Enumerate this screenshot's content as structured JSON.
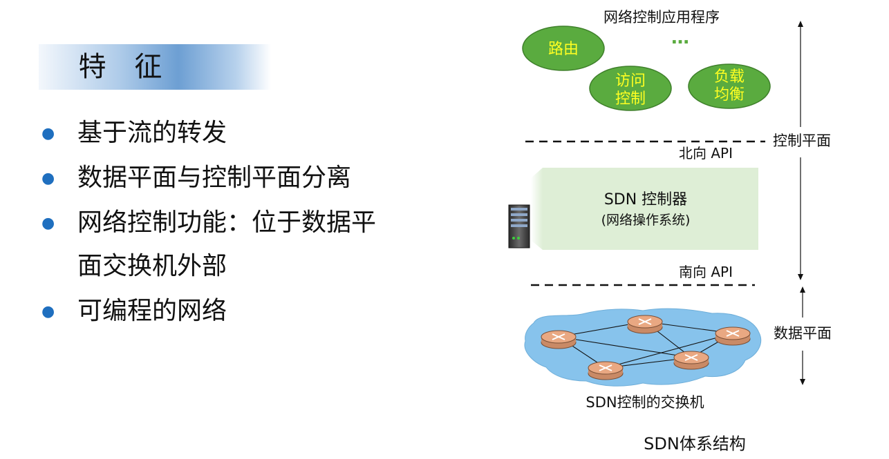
{
  "slide": {
    "title": "特 征",
    "bullets": [
      "基于流的转发",
      "数据平面与控制平面分离",
      "网络控制功能：位于数据平",
      "面交换机外部",
      "可编程的网络"
    ]
  },
  "diagram": {
    "apps_title": "网络控制应用程序",
    "apps": [
      {
        "label": "路由"
      },
      {
        "label": "访问控制"
      },
      {
        "label": "负载均衡"
      }
    ],
    "ellipsis": "…",
    "northbound": "北向 API",
    "controller_line1": "SDN 控制器",
    "controller_line2": "(网络操作系统)",
    "southbound": "南向 API",
    "control_plane": "控制平面",
    "data_plane": "数据平面",
    "switches_label": "SDN控制的交换机",
    "caption": "SDN体系结构",
    "colors": {
      "app_ellipse": "#5aab3f",
      "app_text": "#ffff22",
      "controller_box": "#deeed6",
      "cloud": "#87c3ec",
      "router": "#e9a882"
    }
  }
}
